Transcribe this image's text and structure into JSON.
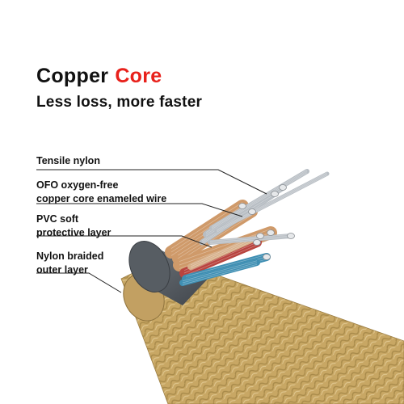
{
  "headline": {
    "prefix": "Copper",
    "accent": "Core",
    "accent_color": "#e8211b",
    "subtitle": "Less loss, more faster"
  },
  "labels": [
    {
      "lines": [
        "Tensile nylon"
      ]
    },
    {
      "lines": [
        "OFO oxygen-free",
        "copper core enameled wire"
      ]
    },
    {
      "lines": [
        "PVC soft",
        "protective layer"
      ]
    },
    {
      "lines": [
        "Nylon braided",
        "outer layer"
      ]
    }
  ],
  "colors": {
    "text": "#111111",
    "braid": "#c9a865",
    "jacket": "#555b61",
    "copper": "#cf9a6a",
    "nylon": "#b8bec4",
    "red_wire": "#b8443f",
    "blue_wire": "#3f8fb3",
    "leader": "#222222"
  }
}
